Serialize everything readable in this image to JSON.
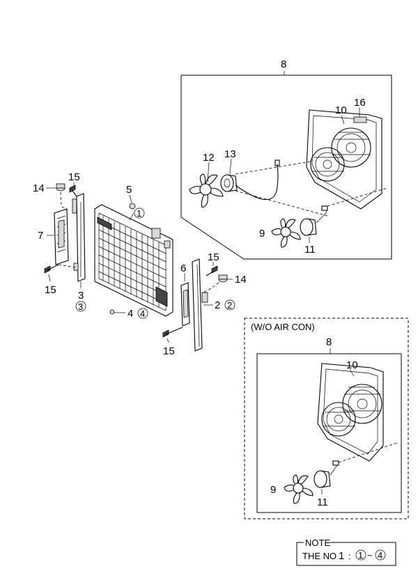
{
  "callouts": {
    "c1": "1",
    "c2": "2",
    "c3": "3",
    "c4": "4",
    "c5": "5",
    "c6": "6",
    "c7": "7",
    "c8_top": "8",
    "c8_bottom": "8",
    "c9_top": "9",
    "c9_bottom": "9",
    "c10_top": "10",
    "c10_bottom": "10",
    "c11_top": "11",
    "c11_bottom": "11",
    "c12": "12",
    "c13": "13",
    "c14_left": "14",
    "c14_right": "14",
    "c15_a": "15",
    "c15_b": "15",
    "c15_c": "15",
    "c15_d": "15",
    "c16": "16"
  },
  "circled": {
    "m1": "1",
    "m2": "2",
    "m3": "3",
    "m4": "4"
  },
  "woac_label": "(W/O AIR CON)",
  "note": {
    "title": "NOTE",
    "prefix": "THE NO",
    "digit": "1",
    "colon": ":",
    "from": "1",
    "tilde": "~",
    "to": "4"
  }
}
